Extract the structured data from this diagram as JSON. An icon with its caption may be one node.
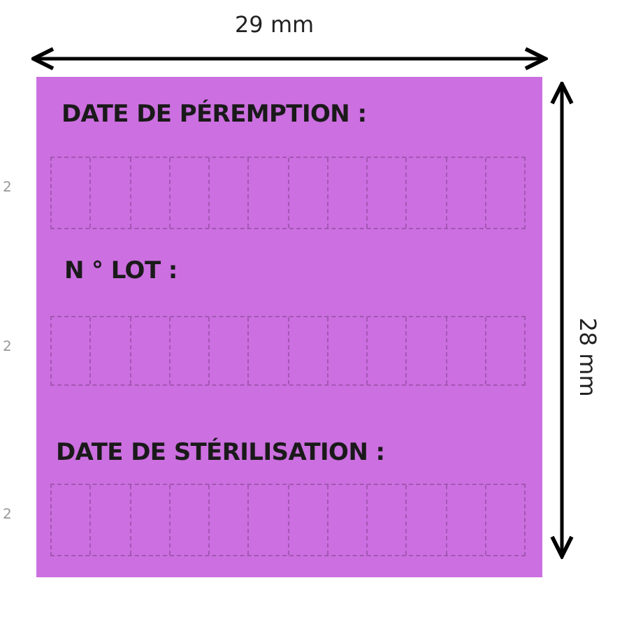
{
  "diagram": {
    "labels": [
      "29 mm",
      "DATE DE PÉREMPTION :",
      "2",
      "N ° LOT :",
      "2",
      "28 mm",
      "DATE DE STÉRILISATION :",
      "2"
    ]
  }
}
